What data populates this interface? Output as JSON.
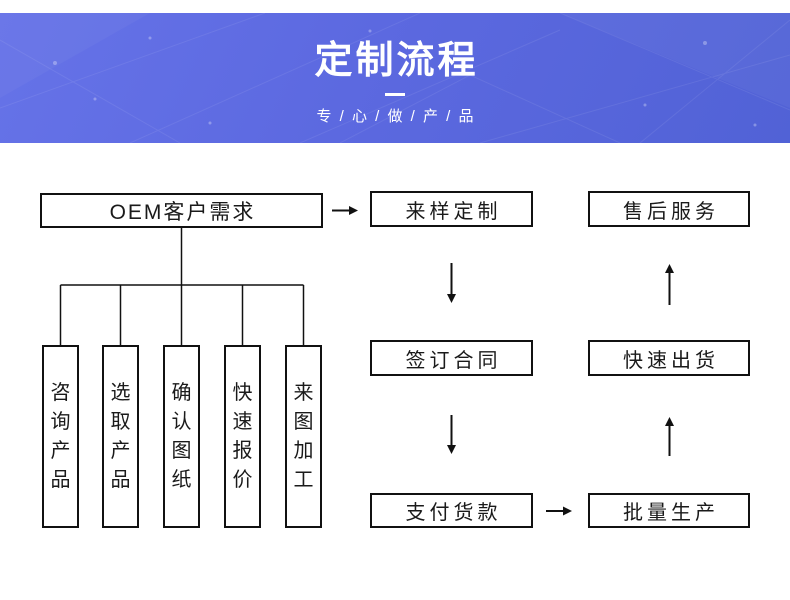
{
  "header": {
    "title": "定制流程",
    "subtitle": "专 / 心 / 做 / 产 / 品"
  },
  "flow": {
    "oem_label": "OEM客户需求",
    "branches": [
      "咨询产品",
      "选取产品",
      "确认图纸",
      "快速报价",
      "来图加工"
    ],
    "sample_label": "来样定制",
    "contract_label": "签订合同",
    "pay_label": "支付货款",
    "production_label": "批量生产",
    "ship_label": "快速出货",
    "after_sale_label": "售后服务"
  },
  "icons": {
    "arrow_right": "right-arrow",
    "arrow_down": "down-arrow",
    "arrow_up": "up-arrow"
  },
  "colors": {
    "banner_blue_top": "#6673e8",
    "banner_blue_mid": "#5c69e0",
    "banner_blue_bottom": "#5162d6",
    "banner_text": "#ffffff",
    "box_border": "#111111",
    "box_text": "#1a1a1a",
    "page_background": "#ffffff"
  }
}
